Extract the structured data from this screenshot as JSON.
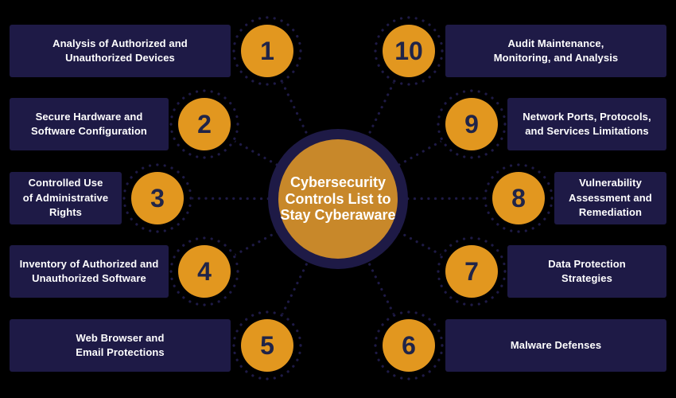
{
  "title": "Cybersecurity Controls List to Stay Cyberaware",
  "center": {
    "title": "Cybersecurity\nControls List to\nStay Cyberaware"
  },
  "items": [
    {
      "number": "1",
      "side": "left",
      "label": "Analysis of Authorized and\nUnauthorized Devices"
    },
    {
      "number": "2",
      "side": "left",
      "label": "Secure Hardware and\nSoftware Configuration"
    },
    {
      "number": "3",
      "side": "left",
      "label": "Controlled Use\nof Administrative\nRights"
    },
    {
      "number": "4",
      "side": "left",
      "label": "Inventory of Authorized and\nUnauthorized Software"
    },
    {
      "number": "5",
      "side": "left",
      "label": "Web Browser and\nEmail Protections"
    },
    {
      "number": "6",
      "side": "right",
      "label": "Malware Defenses"
    },
    {
      "number": "7",
      "side": "right",
      "label": "Data Protection\nStrategies"
    },
    {
      "number": "8",
      "side": "right",
      "label": "Vulnerability\nAssessment and\nRemediation"
    },
    {
      "number": "9",
      "side": "right",
      "label": "Network Ports, Protocols,\nand Services Limitations"
    },
    {
      "number": "10",
      "side": "right",
      "label": "Audit Maintenance,\nMonitoring, and Analysis"
    }
  ],
  "colors": {
    "background": "#000000",
    "bar_navy": "#1E1A46",
    "node_orange": "#E2971F",
    "center_gold": "#C8882A",
    "number_navy": "#202448",
    "label_text": "#FFFFFF",
    "dots_navy": "#1E1A46"
  }
}
